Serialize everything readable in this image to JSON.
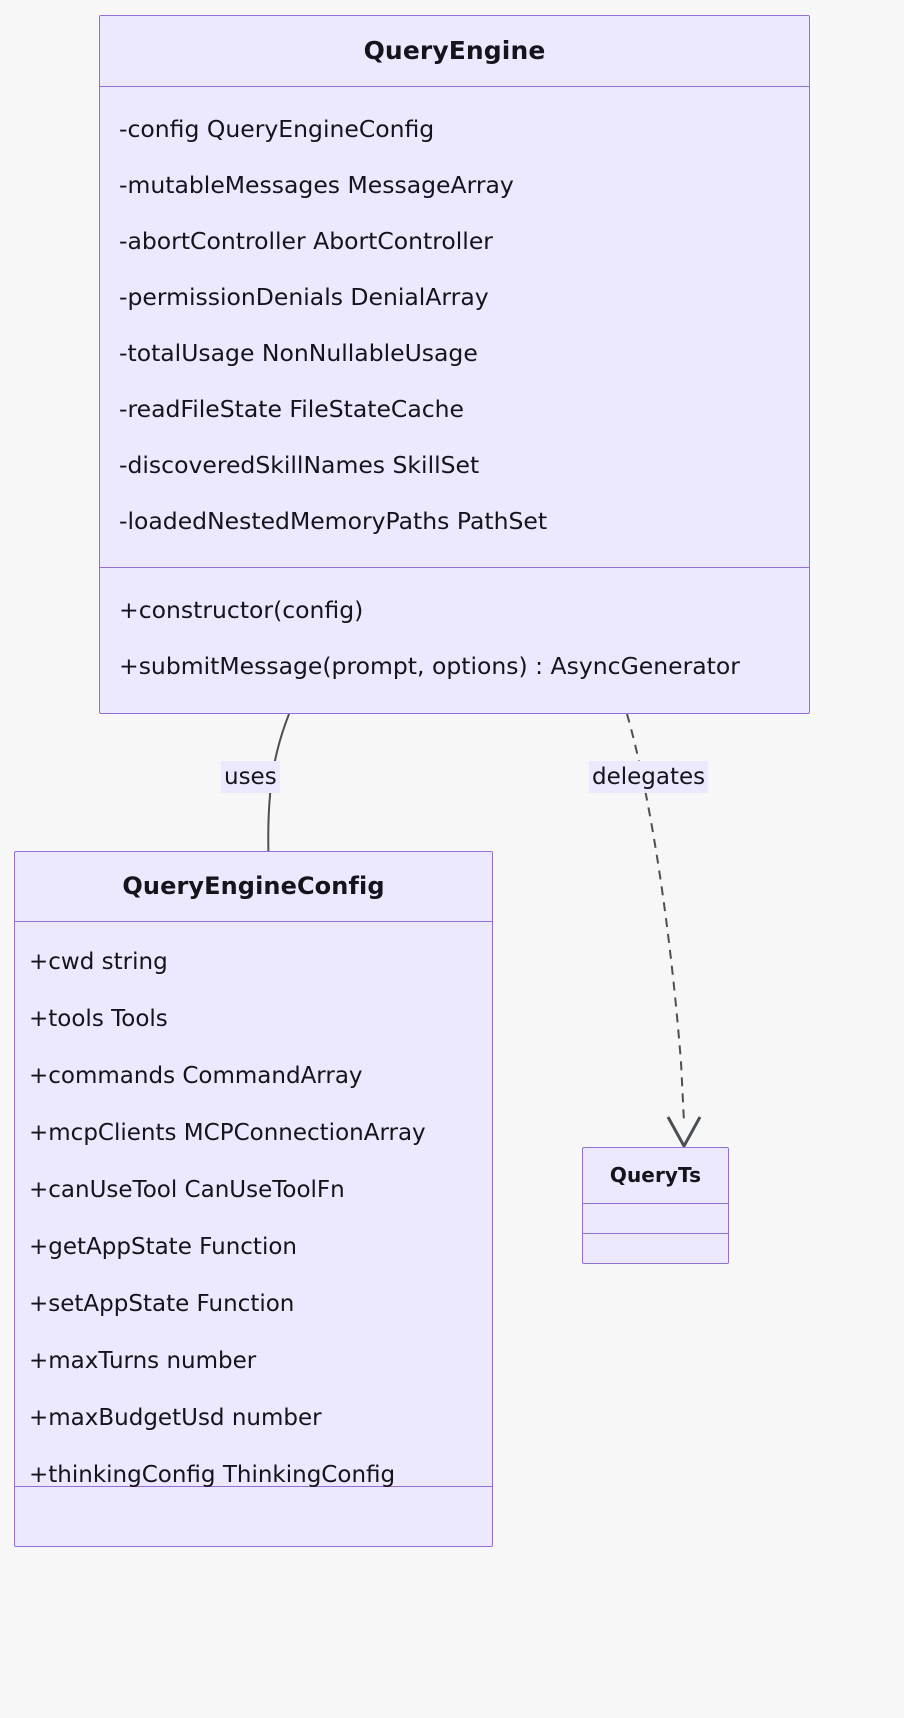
{
  "diagram": {
    "type": "uml-class-diagram",
    "background_color": "#f7f7f8",
    "node_fill_color": "#ece8fd",
    "node_border_color": "#9271d6",
    "text_color": "#15131c",
    "edge_color": "#4a5055"
  },
  "classes": [
    {
      "id": "query-engine",
      "name": "QueryEngine",
      "attributes": [
        "-config QueryEngineConfig",
        "-mutableMessages MessageArray",
        "-abortController AbortController",
        "-permissionDenials DenialArray",
        "-totalUsage NonNullableUsage",
        "-readFileState FileStateCache",
        "-discoveredSkillNames SkillSet",
        "-loadedNestedMemoryPaths PathSet"
      ],
      "methods": [
        "+constructor(config)",
        "+submitMessage(prompt, options) : AsyncGenerator"
      ]
    },
    {
      "id": "query-engine-config",
      "name": "QueryEngineConfig",
      "attributes": [
        "+cwd string",
        "+tools Tools",
        "+commands CommandArray",
        "+mcpClients MCPConnectionArray",
        "+canUseTool CanUseToolFn",
        "+getAppState Function",
        "+setAppState Function",
        "+maxTurns number",
        "+maxBudgetUsd number",
        "+thinkingConfig ThinkingConfig"
      ],
      "methods": []
    },
    {
      "id": "query-ts",
      "name": "QueryTs",
      "attributes": [],
      "methods": []
    }
  ],
  "relationships": [
    {
      "id": "uses",
      "label": "uses",
      "from": "query-engine",
      "to": "query-engine-config",
      "line_style": "solid",
      "arrow": "filled-v"
    },
    {
      "id": "delegates",
      "label": "delegates",
      "from": "query-engine",
      "to": "query-ts",
      "line_style": "dashed",
      "arrow": "open-v"
    }
  ]
}
